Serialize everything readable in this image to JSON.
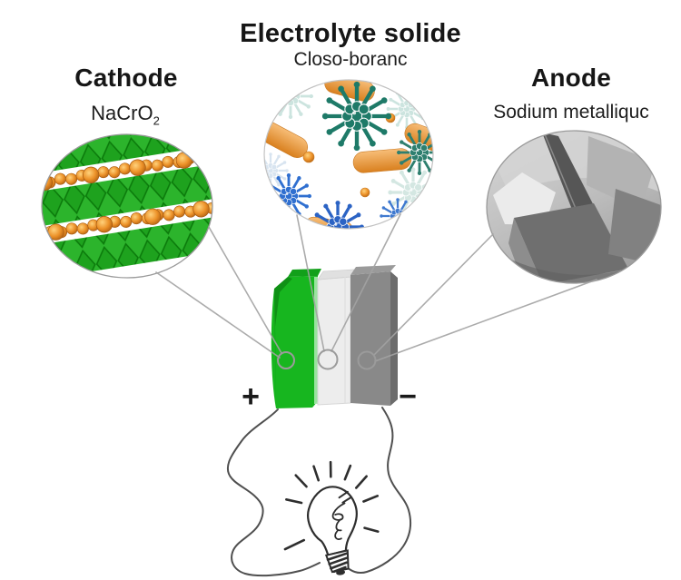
{
  "figure": {
    "cathode": {
      "title": "Cathode",
      "formula_base": "NaCrO",
      "formula_subscript": "2"
    },
    "electrolyte": {
      "title": "Electrolyte solide",
      "material": "Closo-boranc"
    },
    "anode": {
      "title": "Anode",
      "material": "Sodium metalliquc"
    },
    "battery": {
      "positive_terminal": "+",
      "negative_terminal": "−"
    },
    "colors": {
      "cathode_green": "#17b61f",
      "electrolyte_white": "#ededed",
      "anode_gray": "#898989",
      "sodium_orange": "#e8912d",
      "borane_teal": "#1f7a68",
      "borane_blue": "#2f6fd0",
      "callout_line_gray": "#a3a3a3"
    }
  }
}
